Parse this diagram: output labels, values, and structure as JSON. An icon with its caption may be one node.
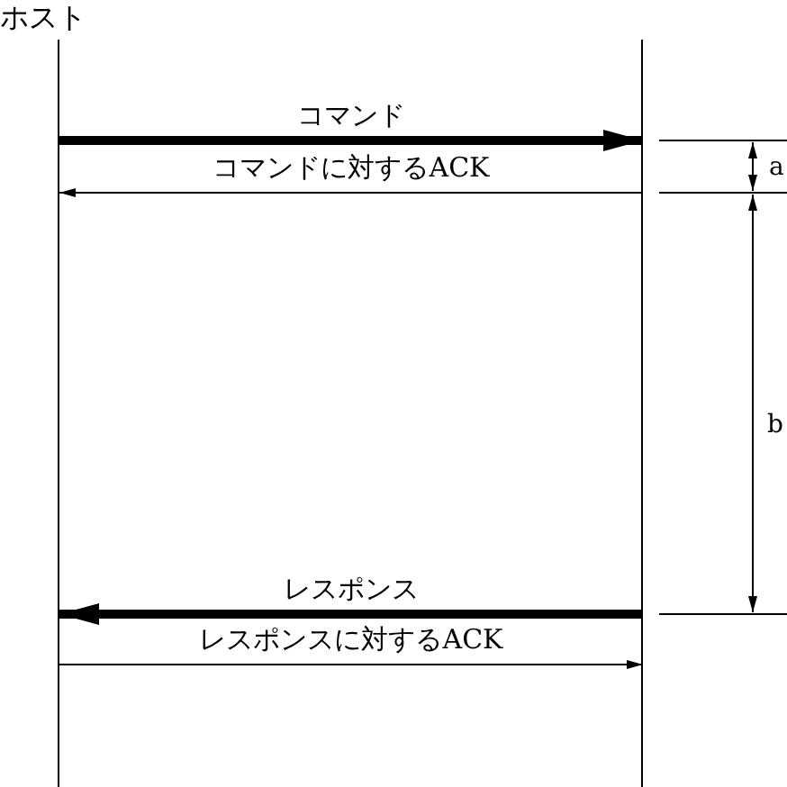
{
  "diagram": {
    "nodes": [
      {
        "text": [
          "ホスト"
        ]
      },
      {
        "text": [],
        "shape": "bar"
      }
    ],
    "edges": [
      {
        "from": 0,
        "to": 1,
        "arrow": "to",
        "label": "コマンド",
        "style": "thick"
      },
      {
        "from": 1,
        "to": 0,
        "arrow": "to",
        "label": "コマンドに対するACK"
      },
      {
        "from": 1,
        "to": 0,
        "arrow": "to",
        "label": "レスポンス",
        "style": "thick"
      },
      {
        "from": 0,
        "to": 1,
        "arrow": "to",
        "label": "レスポンスに対するACK"
      }
    ],
    "labels": [
      "a",
      "b"
    ]
  }
}
